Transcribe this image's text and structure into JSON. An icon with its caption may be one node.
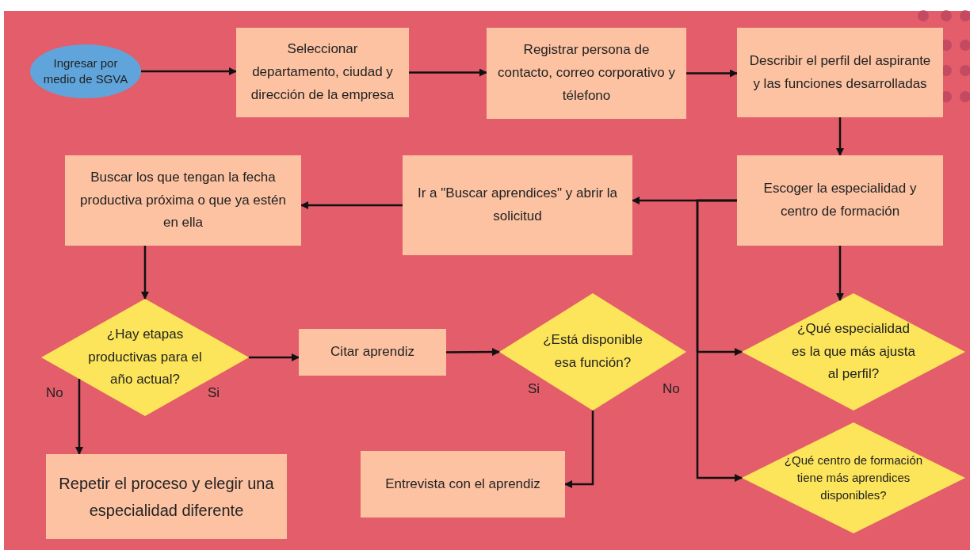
{
  "diagram": {
    "nodes": [
      {
        "text": [
          "Ingresar por medio de SGVA"
        ]
      },
      {
        "text": [
          "Seleccionar departamento, ciudad y dirección de la empresa"
        ]
      },
      {
        "text": [
          "Registrar persona de contacto, correo corporativo y télefono"
        ]
      },
      {
        "text": [
          "Describir el perfil del aspirante y las funciones desarrolladas"
        ]
      },
      {
        "text": [
          "Escoger la especialidad y centro de formación"
        ]
      },
      {
        "text": [
          "Ir a \"Buscar aprendices\" y abrir la solicitud"
        ]
      },
      {
        "text": [
          "Buscar los que tengan la fecha productiva próxima o que ya estén en ella"
        ]
      },
      {
        "text": [
          "¿Hay etapas productivas para el año actual?"
        ]
      },
      {
        "text": [
          "Citar aprendiz"
        ]
      },
      {
        "text": [
          "¿Está disponible esa función?"
        ]
      },
      {
        "text": [
          "¿Qué especialidad es la que más ajusta al perfil?"
        ]
      },
      {
        "text": [
          "Repetir el proceso y elegir una especialidad diferente"
        ]
      },
      {
        "text": [
          "Entrevista con el aprendiz"
        ]
      },
      {
        "text": [
          "¿Qué centro de formación tiene más aprendices disponibles?"
        ]
      }
    ],
    "edges": [
      {
        "from": 0,
        "to": 1,
        "arrow": "to"
      },
      {
        "from": 1,
        "to": 2,
        "arrow": "to"
      },
      {
        "from": 2,
        "to": 3,
        "arrow": "to"
      },
      {
        "from": 3,
        "to": 4,
        "arrow": "to"
      },
      {
        "from": 4,
        "to": 5,
        "arrow": "to"
      },
      {
        "from": 5,
        "to": 6,
        "arrow": "to"
      },
      {
        "from": 6,
        "to": 7,
        "arrow": "to"
      },
      {
        "from": 7,
        "to": 8,
        "arrow": "to"
      },
      {
        "from": 8,
        "to": 9,
        "arrow": "to"
      },
      {
        "from": 9,
        "to": 12,
        "arrow": "to"
      },
      {
        "from": 7,
        "to": 11,
        "arrow": "to"
      },
      {
        "from": 4,
        "to": 10,
        "arrow": "to"
      },
      {
        "from": 4,
        "to": 13,
        "arrow": "to"
      },
      {
        "from": 4,
        "to": 10,
        "arrow": "to"
      }
    ],
    "labels": [
      "No",
      "Si",
      "Si",
      "No"
    ]
  }
}
